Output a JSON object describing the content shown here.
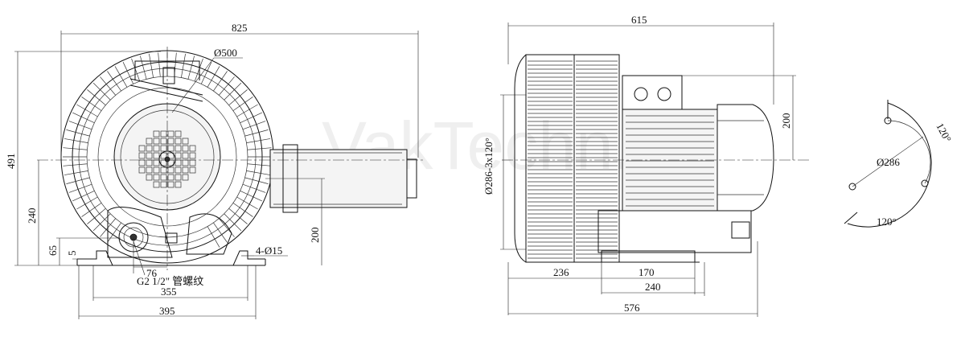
{
  "watermark": "VakTechn.ru",
  "front_view": {
    "dim_825": "825",
    "dim_phi500": "Ø500",
    "dim_491": "491",
    "dim_240": "240",
    "dim_65": "65",
    "dim_5": "5",
    "dim_76": "76",
    "dim_200": "200",
    "dim_holes": "4-Ø15",
    "label_thread": "G2 1/2\" 管螺纹",
    "dim_355": "355",
    "dim_395": "395"
  },
  "side_view": {
    "dim_615": "615",
    "dim_flange": "Ø286-3x120°",
    "dim_200": "200",
    "dim_236": "236",
    "dim_170": "170",
    "dim_240": "240",
    "dim_576": "576"
  },
  "flange_view": {
    "dim_phi286": "Ø286",
    "angle_top": "120°",
    "angle_bottom": "120°"
  }
}
